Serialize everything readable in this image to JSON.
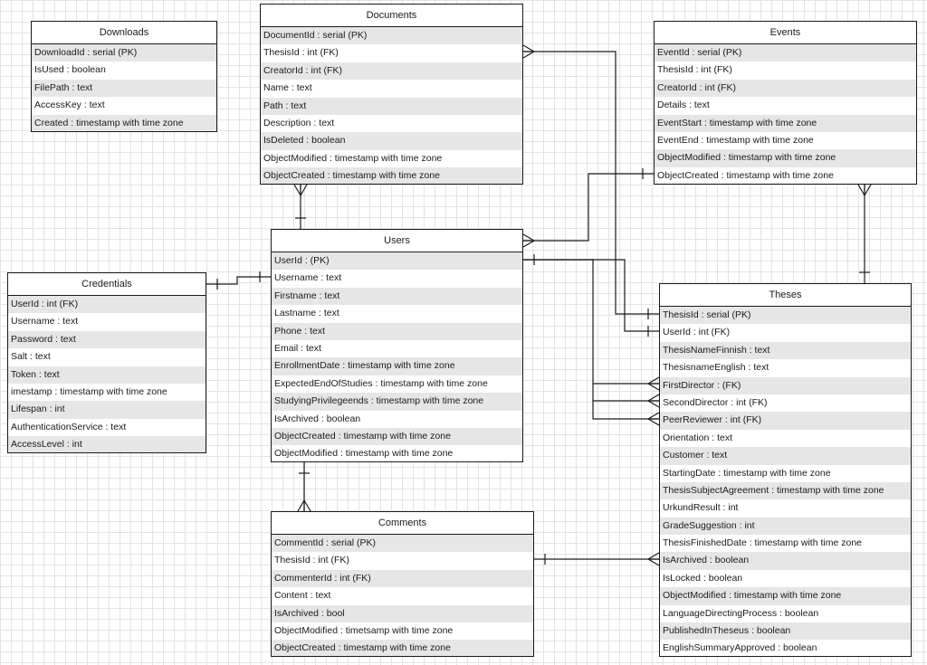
{
  "colors": {
    "line": "#1a1a1a",
    "stripe": "#e6e6e6",
    "background": "#ffffff",
    "grid": "#e3e3e3"
  },
  "entities": {
    "downloads": {
      "name": "Downloads",
      "fields": [
        "DownloadId : serial (PK)",
        "IsUsed : boolean",
        "FilePath : text",
        "AccessKey : text",
        "Created : timestamp with time zone"
      ]
    },
    "documents": {
      "name": "Documents",
      "fields": [
        "DocumentId : serial (PK)",
        "ThesisId : int (FK)",
        "CreatorId : int (FK)",
        "Name : text",
        "Path : text",
        "Description : text",
        "IsDeleted : boolean",
        "ObjectModified : timestamp with time zone",
        "ObjectCreated : timestamp with time zone"
      ]
    },
    "events": {
      "name": "Events",
      "fields": [
        "EventId : serial (PK)",
        "ThesisId : int (FK)",
        "CreatorId : int (FK)",
        "Details : text",
        "EventStart : timestamp with time zone",
        "EventEnd : timestamp with time zone",
        "ObjectModified : timestamp with time zone",
        "ObjectCreated : timestamp with time zone"
      ]
    },
    "credentials": {
      "name": "Credentials",
      "fields": [
        "UserId : int (FK)",
        "Username : text",
        "Password : text",
        "Salt : text",
        "Token : text",
        "imestamp : timestamp with time zone",
        "Lifespan : int",
        "AuthenticationService : text",
        "AccessLevel : int"
      ]
    },
    "users": {
      "name": "Users",
      "fields": [
        "UserId :  (PK)",
        "Username : text",
        "Firstname : text",
        "Lastname : text",
        "Phone : text",
        "Email : text",
        "EnrollmentDate : timestamp with time zone",
        "ExpectedEndOfStudies : timestamp with time zone",
        "StudyingPrivilegeends : timestamp with time zone",
        "IsArchived : boolean",
        "ObjectCreated : timestamp with time zone",
        "ObjectModified : timestamp with time zone"
      ]
    },
    "theses": {
      "name": "Theses",
      "fields": [
        "ThesisId : serial (PK)",
        "UserId : int (FK)",
        "ThesisNameFinnish : text",
        "ThesisnameEnglish : text",
        "FirstDirector :  (FK)",
        "SecondDirector : int (FK)",
        "PeerReviewer : int (FK)",
        "Orientation : text",
        "Customer : text",
        "StartingDate : timestamp with time zone",
        "ThesisSubjectAgreement  : timestamp with time zone",
        "UrkundResult : int",
        "GradeSuggestion : int",
        "ThesisFinishedDate : timestamp with time zone",
        "IsArchived  : boolean",
        "IsLocked : boolean",
        "ObjectModified : timestamp with time zone",
        "LanguageDirectingProcess : boolean",
        "PublishedInTheseus : boolean",
        "EnglishSummaryApproved : boolean"
      ]
    },
    "comments": {
      "name": "Comments",
      "fields": [
        "CommentId : serial (PK)",
        "ThesisId : int (FK)",
        "CommenterId : int (FK)",
        "Content : text",
        "IsArchived : bool",
        "ObjectModified : timetsamp with time zone",
        "ObjectCreated : timestamp with time zone"
      ]
    }
  },
  "relationships": [
    {
      "from": "documents",
      "to": "users",
      "from_end": "many",
      "to_end": "one"
    },
    {
      "from": "documents",
      "to": "theses",
      "from_end": "many",
      "to_end": "one"
    },
    {
      "from": "credentials",
      "to": "users",
      "from_end": "one",
      "to_end": "one"
    },
    {
      "from": "users",
      "to": "events",
      "from_end": "many",
      "to_end": "one"
    },
    {
      "from": "events",
      "to": "theses",
      "from_end": "many",
      "to_end": "one"
    },
    {
      "from": "users",
      "to": "theses",
      "from_end": "one",
      "to_end": "one"
    },
    {
      "from": "users",
      "to": "theses",
      "from_end": "one",
      "to_end": "many"
    },
    {
      "from": "users",
      "to": "theses",
      "from_end": "one",
      "to_end": "many"
    },
    {
      "from": "users",
      "to": "theses",
      "from_end": "one",
      "to_end": "many"
    },
    {
      "from": "users",
      "to": "comments",
      "from_end": "one",
      "to_end": "many"
    },
    {
      "from": "comments",
      "to": "theses",
      "from_end": "one",
      "to_end": "many"
    }
  ]
}
